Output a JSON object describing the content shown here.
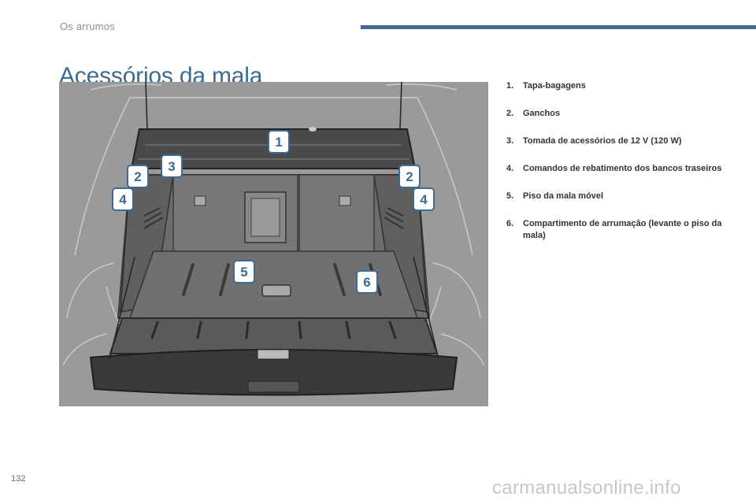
{
  "header": {
    "section": "Os arrumos",
    "accent_color": "#3d6a93"
  },
  "title": "Acessórios da mala",
  "illustration": {
    "subject": "trunk-interior",
    "callouts": [
      "1",
      "2",
      "3",
      "2",
      "4",
      "4",
      "5",
      "6"
    ]
  },
  "legend": [
    {
      "number": "1.",
      "text": "Tapa-bagagens"
    },
    {
      "number": "2.",
      "text": "Ganchos"
    },
    {
      "number": "3.",
      "text": "Tomada de acessórios de 12 V (120 W)"
    },
    {
      "number": "4.",
      "text": "Comandos de rebatimento dos bancos traseiros"
    },
    {
      "number": "5.",
      "text": "Piso da mala móvel"
    },
    {
      "number": "6.",
      "text": "Compartimento de arrumação (levante o piso da mala)"
    }
  ],
  "footer": {
    "page_number": "132",
    "watermark": "carmanualsonline.info"
  }
}
